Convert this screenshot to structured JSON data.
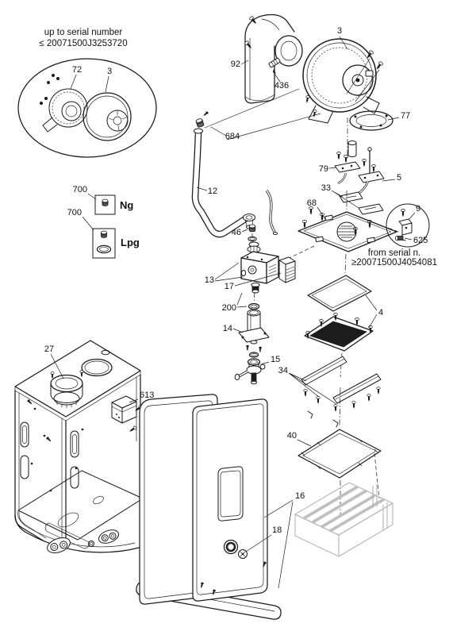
{
  "diagram": {
    "inset_note": {
      "line1": "up to serial number",
      "line2": "≤ 20071500J3253720"
    },
    "serial_note": {
      "line1": "from serial n.",
      "line2": "≥20071500J4054081"
    },
    "kits": {
      "ng": {
        "number": "700",
        "label": "Ng"
      },
      "lpg": {
        "number": "700",
        "label": "Lpg"
      }
    },
    "part_labels": [
      {
        "text": "72"
      },
      {
        "text": "3"
      },
      {
        "text": "92"
      },
      {
        "text": "436"
      },
      {
        "text": "3"
      },
      {
        "text": "77"
      },
      {
        "text": "684"
      },
      {
        "text": "12"
      },
      {
        "text": "79"
      },
      {
        "text": "5"
      },
      {
        "text": "33"
      },
      {
        "text": "68"
      },
      {
        "text": "9"
      },
      {
        "text": "625"
      },
      {
        "text": "46"
      },
      {
        "text": "13"
      },
      {
        "text": "17"
      },
      {
        "text": "200"
      },
      {
        "text": "14"
      },
      {
        "text": "15"
      },
      {
        "text": "34"
      },
      {
        "text": "4"
      },
      {
        "text": "40"
      },
      {
        "text": "27"
      },
      {
        "text": "613"
      },
      {
        "text": "16"
      },
      {
        "text": "18"
      }
    ],
    "colors": {
      "line": "#1a1a1a",
      "ghost": "#b5b5b5",
      "burner_fill": "#1d1d1d",
      "background": "#ffffff"
    }
  }
}
